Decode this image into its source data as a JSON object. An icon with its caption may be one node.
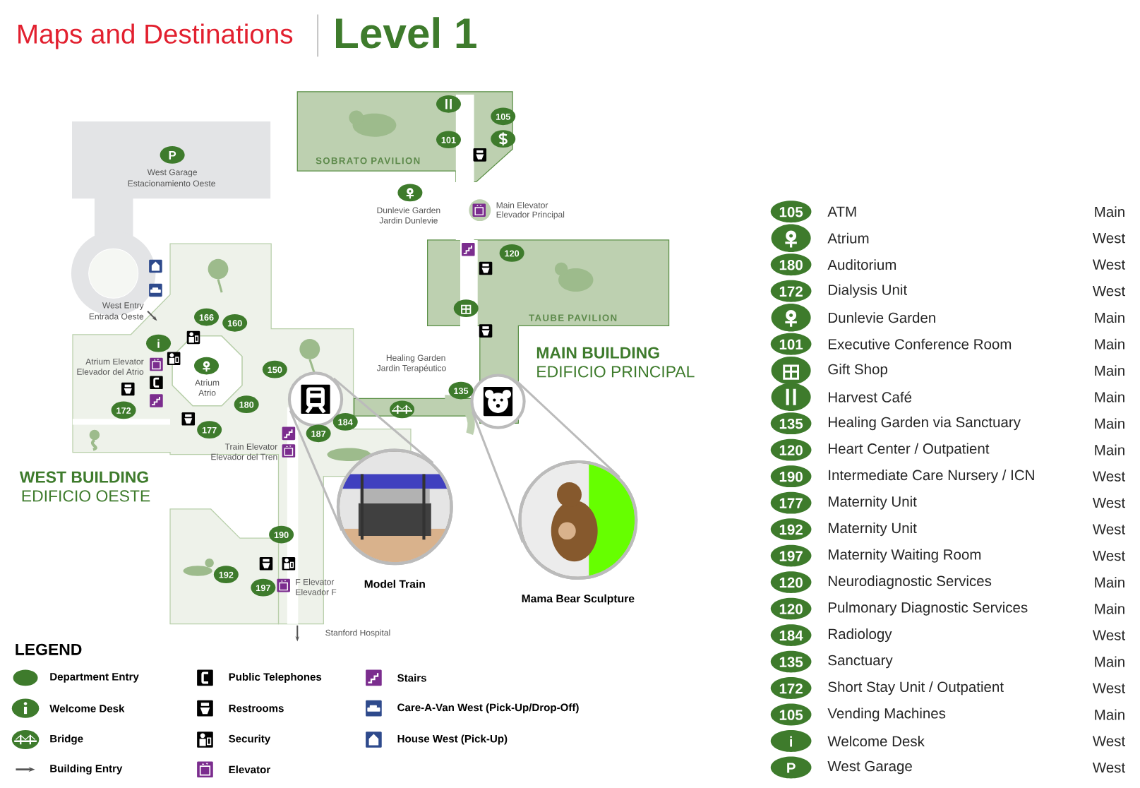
{
  "diagram": {
    "title": "Maps and Destinations",
    "nodes": [
      {
        "text": [],
        "shape": "circle"
      },
      {
        "text": [],
        "shape": "picture",
        "beside": [
          "Model Train"
        ]
      },
      {
        "text": [],
        "shape": "circle"
      },
      {
        "text": [],
        "shape": "picture",
        "beside": [
          "Mama Bear Sculpture"
        ]
      }
    ],
    "edges": [
      {
        "from": 0,
        "to": 1,
        "arrow": "none"
      },
      {
        "from": 0,
        "to": 1,
        "arrow": "none"
      },
      {
        "from": 2,
        "to": 3,
        "arrow": "none"
      },
      {
        "from": 2,
        "to": 3,
        "arrow": "none"
      }
    ],
    "labels": [
      "Level 1",
      "SOBRATO PAVILION",
      "105",
      "101",
      "P",
      "West Garage",
      "Estacionamiento Oeste",
      "Dunlevie Garden",
      "Jardin Dunlevie",
      "Main Elevator",
      "Elevador Principal",
      "120",
      "TAUBE PAVILION",
      "MAIN BUILDING",
      "EDIFICIO PRINCIPAL",
      "Healing Garden",
      "Jardin Terapéutico",
      "135",
      "West Entry",
      "Entrada Oeste",
      "166",
      "160",
      "i",
      "Atrium Elevator",
      "Elevador del Atrio",
      "Atrium",
      "Atrio",
      "150",
      "172",
      "180",
      "177",
      "184",
      "187",
      "Train Elevator",
      "Elevador del Tren",
      "WEST BUILDING",
      "EDIFICIO OESTE",
      "190",
      "192",
      "197",
      "F Elevator",
      "Elevador F",
      "Stanford Hospital",
      "LEGEND",
      "105",
      "ATM",
      "Main",
      "Atrium",
      "West",
      "180",
      "Auditorium",
      "West",
      "172",
      "Dialysis Unit",
      "West",
      "Dunlevie Garden",
      "Main",
      "101",
      "Executive Conference Room",
      "Main",
      "Gift Shop",
      "Main",
      "Harvest Café",
      "Main",
      "135",
      "Healing Garden via Sanctuary",
      "Main",
      "120",
      "Heart Center / Outpatient",
      "Main",
      "190",
      "Intermediate Care Nursery / ICN",
      "West",
      "177",
      "Maternity Unit",
      "West",
      "192",
      "Maternity Unit",
      "West",
      "197",
      "Maternity Waiting Room",
      "West",
      "120",
      "Neurodiagnostic Services",
      "Main",
      "120",
      "Pulmonary Diagnostic Services",
      "Main",
      "184",
      "Radiology",
      "West",
      "135",
      "Sanctuary",
      "Main",
      "172",
      "Short Stay Unit / Outpatient",
      "West",
      "105",
      "Vending Machines",
      "Main",
      "i",
      "Welcome Desk",
      "West",
      "P",
      "West Garage",
      "West"
    ],
    "legend": [
      {
        "text": "Department Entry",
        "color": "#3e7b2c"
      },
      {
        "text": "Welcome Desk"
      },
      {
        "text": "Bridge"
      },
      {
        "text": "Building Entry"
      },
      {
        "text": "Public Telephones"
      },
      {
        "text": "Restrooms"
      },
      {
        "text": "Security"
      },
      {
        "text": "Elevator"
      },
      {
        "text": "Stairs"
      },
      {
        "text": "Care-A-Van West (Pick-Up/Drop-Off)"
      },
      {
        "text": "House West (Pick-Up)"
      }
    ]
  }
}
